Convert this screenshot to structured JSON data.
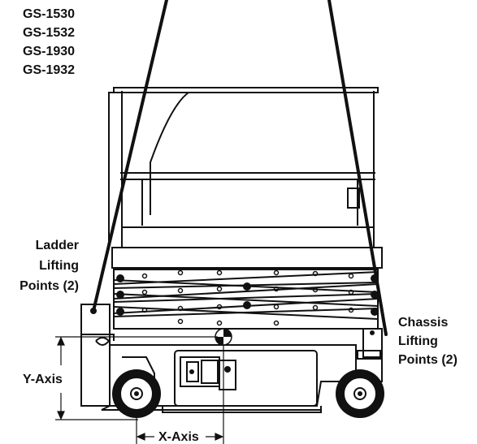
{
  "models": [
    "GS-1530",
    "GS-1532",
    "GS-1930",
    "GS-1932"
  ],
  "labels": {
    "ladder": [
      "Ladder",
      "Lifting",
      "Points (2)"
    ],
    "chassis": [
      "Chassis",
      "Lifting",
      "Points (2)"
    ],
    "y_axis": "Y-Axis",
    "x_axis": "X-Axis"
  }
}
